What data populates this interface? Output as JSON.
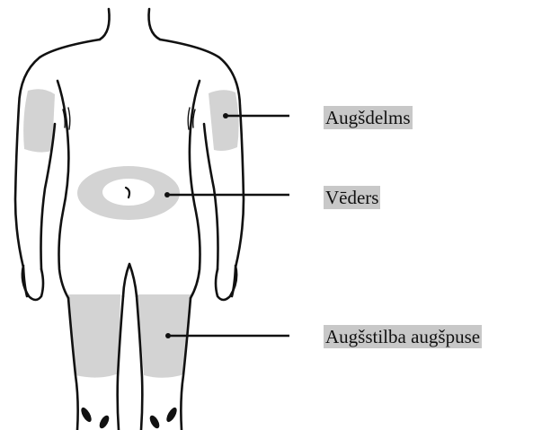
{
  "labels": {
    "upper_arm": "Augšdelms",
    "abdomen": "Vēders",
    "thigh": "Augšstilba augšpuse"
  },
  "colors": {
    "outline": "#111111",
    "injection_zone": "#d3d3d3",
    "label_background": "#c8c8c8"
  }
}
